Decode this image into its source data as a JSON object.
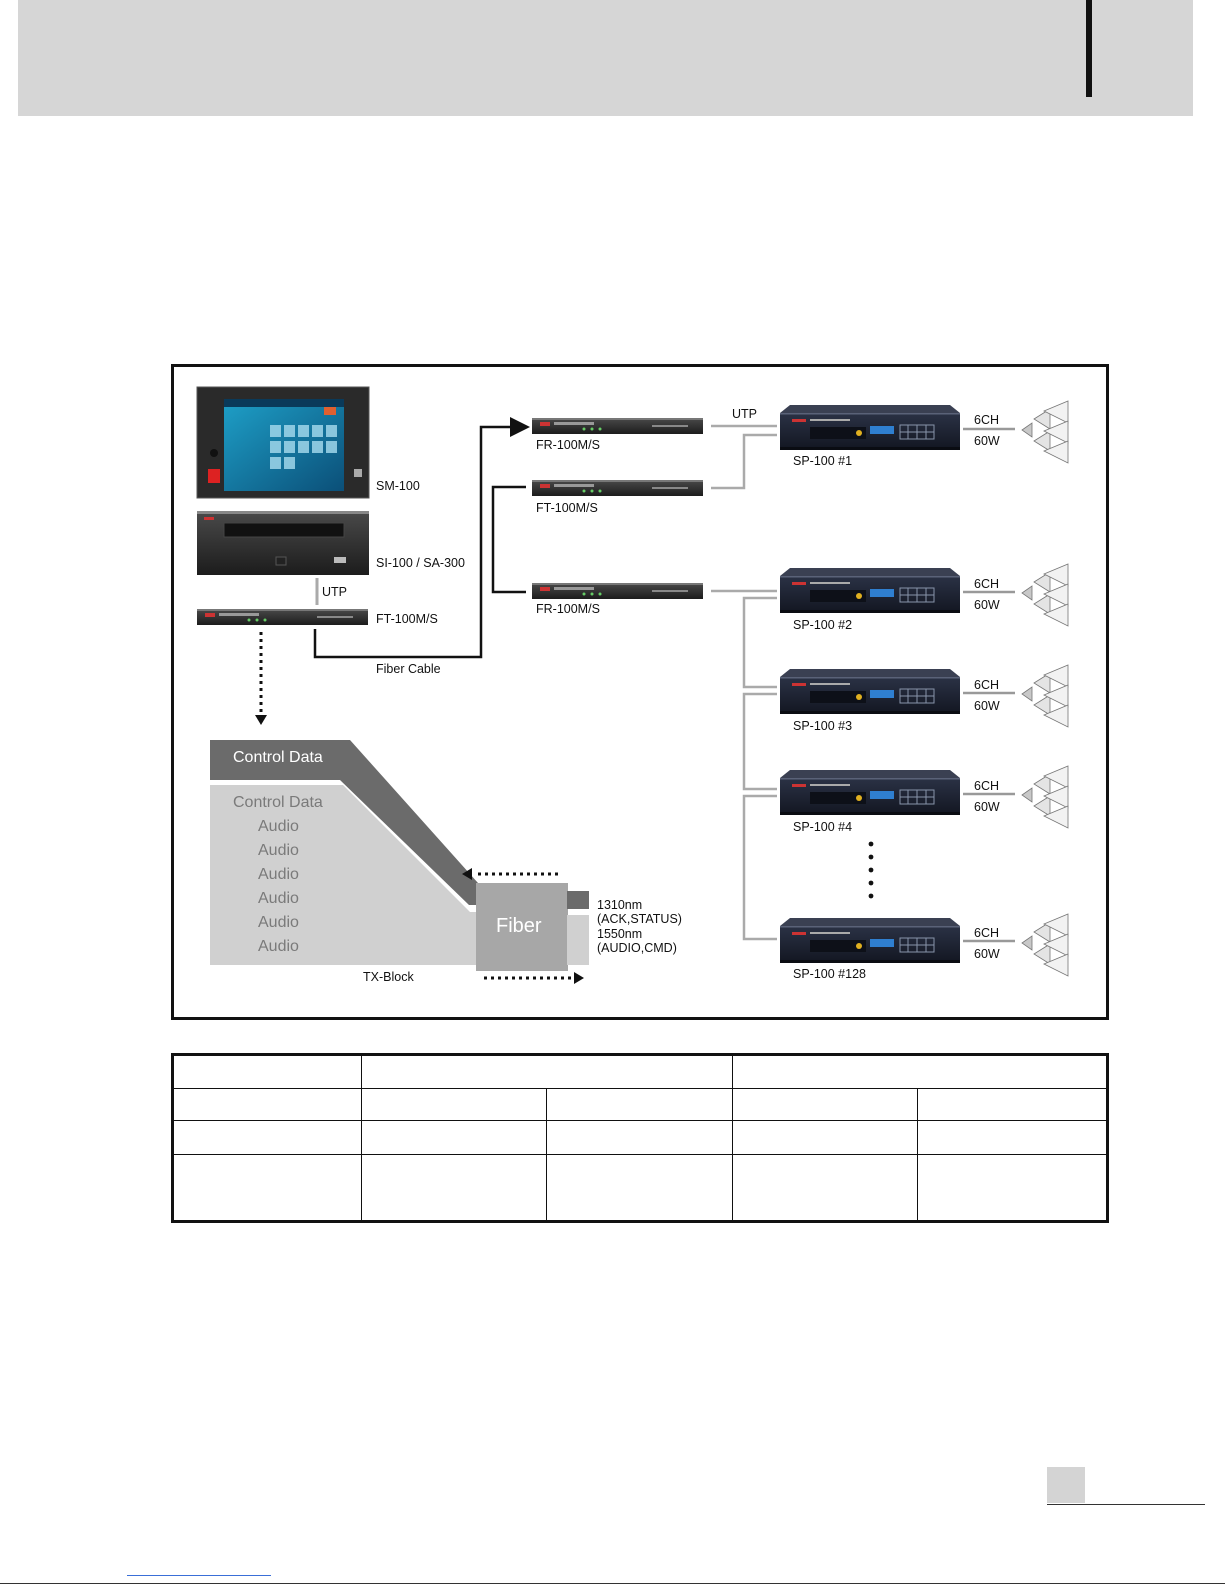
{
  "devices": {
    "sm100": "SM-100",
    "si100": "SI-100 / SA-300",
    "ft_left": "FT-100M/S",
    "fr_top": "FR-100M/S",
    "ft_mid": "FT-100M/S",
    "fr_low": "FR-100M/S"
  },
  "links": {
    "utp_left": "UTP",
    "utp_right": "UTP",
    "fiber_cable": "Fiber Cable"
  },
  "amps": [
    {
      "label": "SP-100 #1",
      "ch": "6CH",
      "power": "60W"
    },
    {
      "label": "SP-100 #2",
      "ch": "6CH",
      "power": "60W"
    },
    {
      "label": "SP-100 #3",
      "ch": "6CH",
      "power": "60W"
    },
    {
      "label": "SP-100 #4",
      "ch": "6CH",
      "power": "60W"
    },
    {
      "label": "SP-100 #128",
      "ch": "6CH",
      "power": "60W"
    }
  ],
  "tx_block": {
    "top_layer": "Control Data",
    "layers": [
      "Control Data",
      "Audio",
      "Audio",
      "Audio",
      "Audio",
      "Audio",
      "Audio"
    ],
    "fiber": "Fiber",
    "caption": "TX-Block",
    "wavelengths": [
      "1310nm",
      "(ACK,STATUS)",
      "1550nm",
      "(AUDIO,CMD)"
    ]
  },
  "colors": {
    "header_band": "#d6d6d6",
    "amp_body": "#1f2433",
    "amp_display": "#2f7fd0",
    "tx_dark": "#6b6b6b",
    "tx_light": "#d0d0d0",
    "fiber_box": "#a7a7a7",
    "utp_line": "#aaaaaa"
  },
  "table": {
    "rows": [
      [
        "",
        "",
        "",
        "",
        ""
      ],
      [
        "",
        "",
        "",
        "",
        ""
      ],
      [
        "",
        "",
        "",
        "",
        ""
      ],
      [
        "",
        "",
        "",
        "",
        ""
      ]
    ]
  }
}
